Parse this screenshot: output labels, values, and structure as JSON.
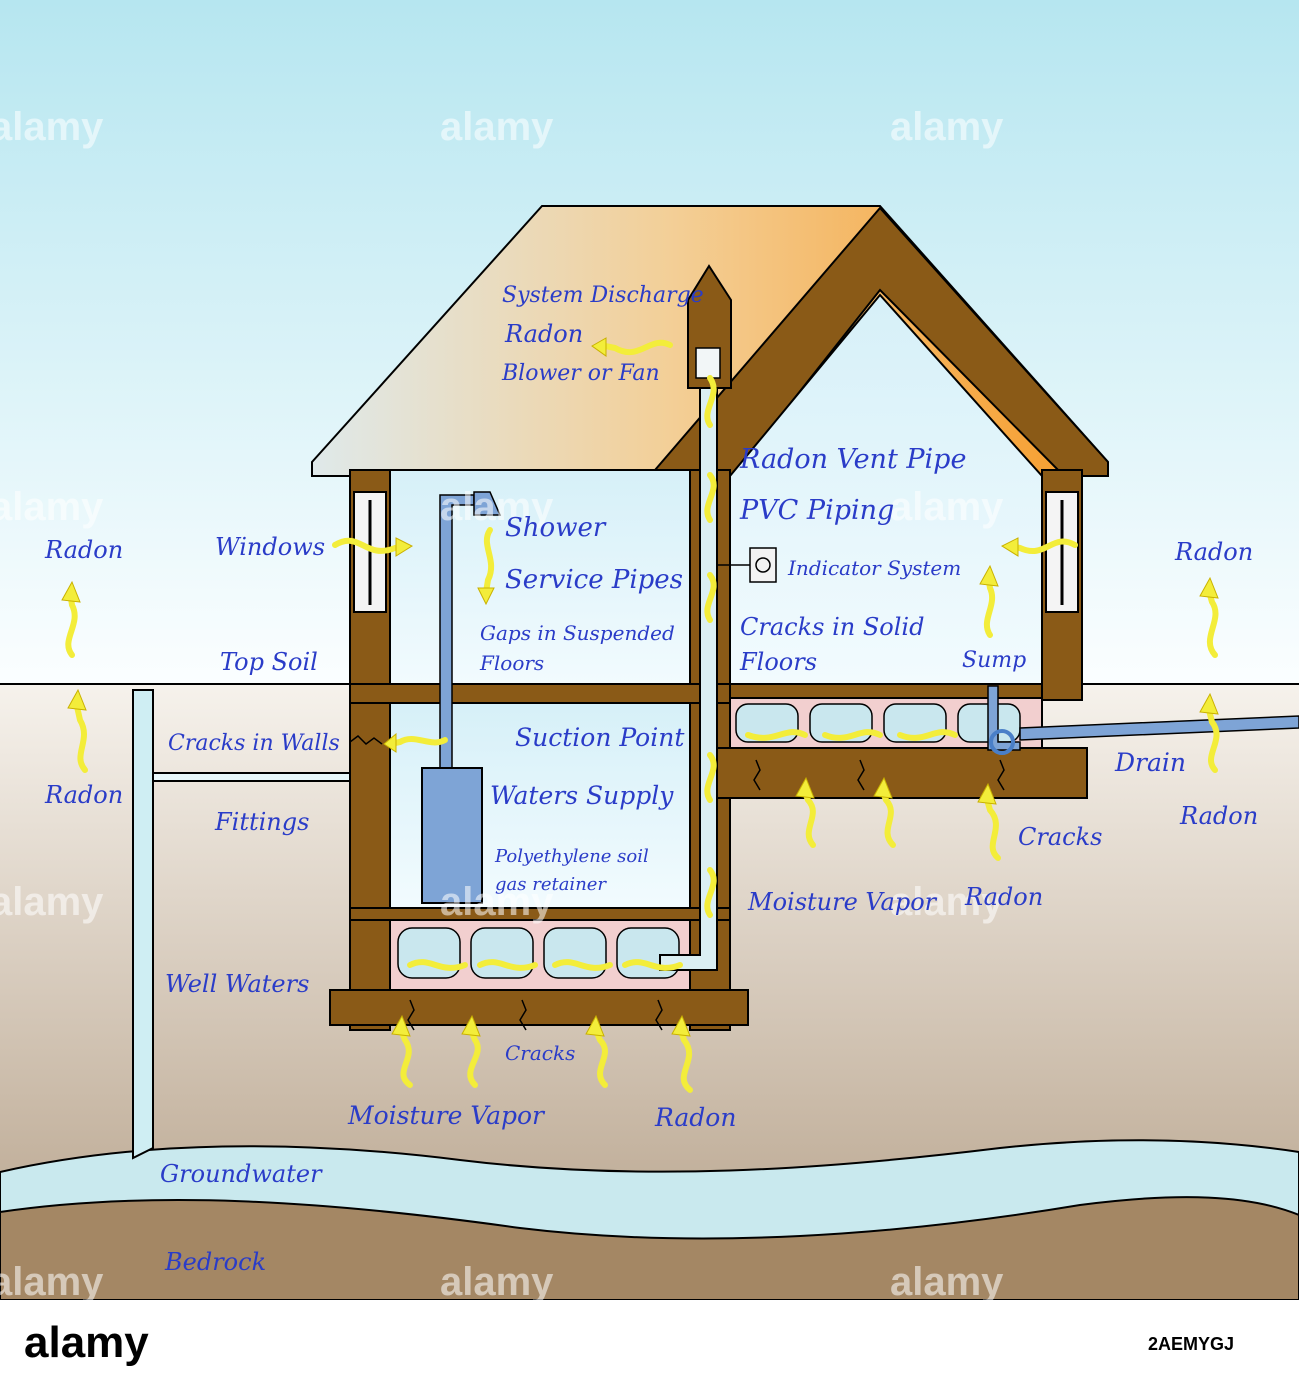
{
  "labels": {
    "system_discharge": "System Discharge",
    "radon_roof": "Radon",
    "blower": "Blower or Fan",
    "vent_pipe": "Radon Vent Pipe",
    "pvc": "PVC Piping",
    "indicator": "Indicator System",
    "cracks_solid_1": "Cracks in Solid",
    "cracks_solid_2": "Floors",
    "sump": "Sump",
    "shower": "Shower",
    "service_pipes": "Service Pipes",
    "gaps_1": "Gaps in Suspended",
    "gaps_2": "Floors",
    "windows": "Windows",
    "radon_left_top": "Radon",
    "radon_right_top": "Radon",
    "top_soil": "Top Soil",
    "cracks_walls": "Cracks in Walls",
    "radon_left_mid": "Radon",
    "fittings": "Fittings",
    "suction_point": "Suction Point",
    "waters_supply": "Waters Supply",
    "poly_1": "Polyethylene soil",
    "poly_2": "gas retainer",
    "drain": "Drain",
    "radon_right_mid": "Radon",
    "cracks_right": "Cracks",
    "moisture_right": "Moisture Vapor",
    "radon_right_low": "Radon",
    "well_waters": "Well Waters",
    "cracks_bottom": "Cracks",
    "moisture_bottom": "Moisture Vapor",
    "radon_bottom": "Radon",
    "groundwater": "Groundwater",
    "bedrock": "Bedrock"
  },
  "watermark": "alamy",
  "footer": {
    "brand": "alamy",
    "image_id": "2AEMYGJ"
  },
  "colors": {
    "sky_top": "#b6e6f0",
    "sky_bottom": "#ffffff",
    "soil_top": "#f2ede6",
    "soil_bottom": "#b9a48b",
    "house_frame": "#8a5a17",
    "interior": "#e6f6fb",
    "roof_left": "#ffffff",
    "roof_right": "#f7a030",
    "label_text": "#2a3cc8",
    "arrow_fill": "#f7f340",
    "groundwater": "#c9e9ee",
    "bedrock": "#a48764",
    "pipe": "#7ea4d6",
    "footer_bg": "#ffffff"
  }
}
